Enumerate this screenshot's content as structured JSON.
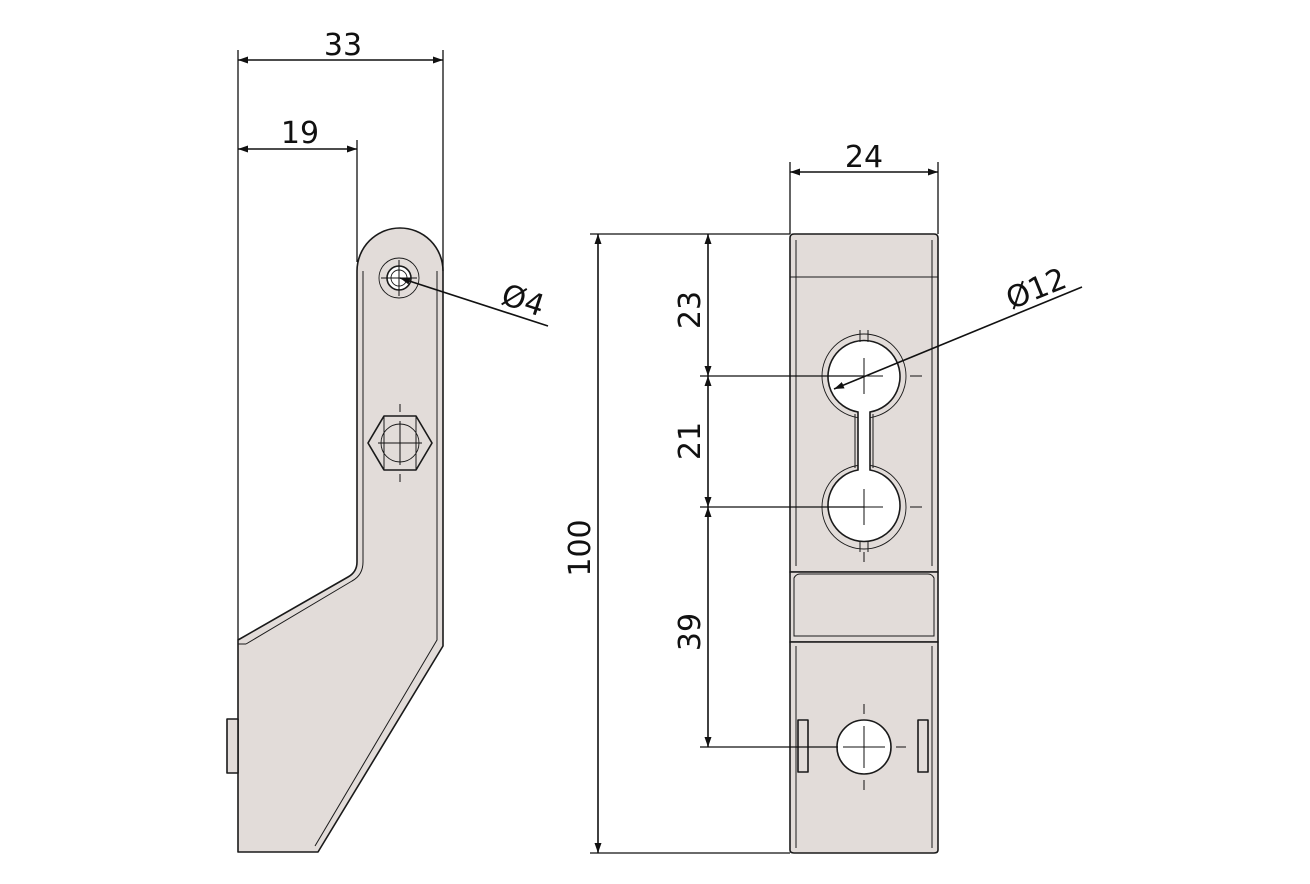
{
  "drawing": {
    "left_view": {
      "dim_overall_width": "33",
      "dim_inner_width": "19",
      "dim_pin_hole": "Ø4"
    },
    "right_view": {
      "dim_width": "24",
      "dim_height": "100",
      "dim_top_to_hole": "23",
      "dim_hole_spacing": "21",
      "dim_hole_to_bottom_hole": "39",
      "dim_slot_diameter": "Ø12"
    }
  }
}
